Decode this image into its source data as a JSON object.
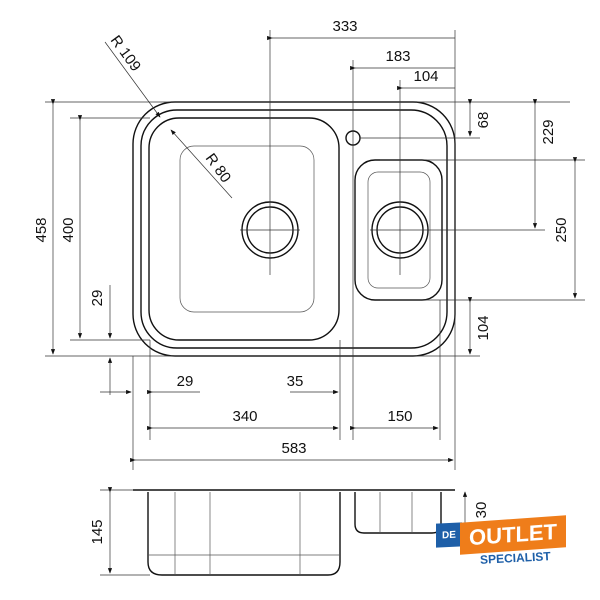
{
  "dimensions": {
    "radius_outer": "R 109",
    "radius_inner": "R 80",
    "top_333": "333",
    "top_183": "183",
    "top_104": "104",
    "right_68": "68",
    "right_229": "229",
    "right_250": "250",
    "right_104": "104",
    "left_458": "458",
    "left_400": "400",
    "left_29": "29",
    "bottom_29": "29",
    "bottom_35": "35",
    "bottom_340": "340",
    "bottom_150": "150",
    "bottom_583": "583",
    "side_145": "145",
    "side_30": "30"
  },
  "logo": {
    "de": "DE",
    "outlet": "OUTLET",
    "specialist": "SPECIALIST",
    "colors": {
      "blue": "#1e5fa8",
      "orange": "#ef7d1a"
    }
  }
}
